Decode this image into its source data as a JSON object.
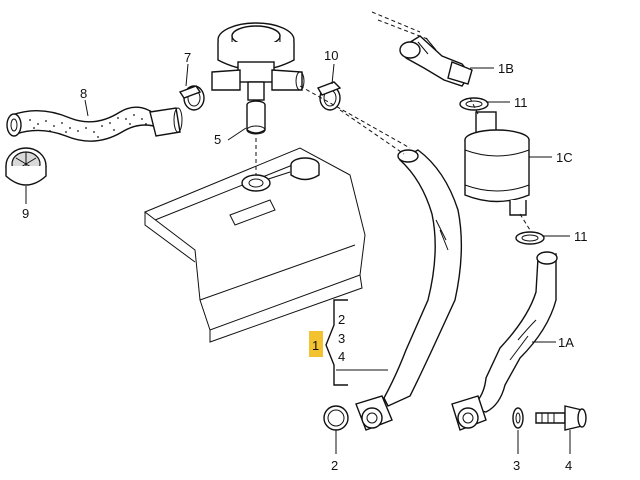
{
  "callouts": {
    "c1": "1",
    "c1a": "1A",
    "c1b": "1B",
    "c1c": "1C",
    "c2_top": "2",
    "c2_bottom": "2",
    "c3_top": "3",
    "c3_bottom": "3",
    "c4_top": "4",
    "c4_bottom": "4",
    "c5": "5",
    "c7": "7",
    "c8": "8",
    "c9": "9",
    "c10": "10",
    "c11_top": "11",
    "c11_mid": "11"
  },
  "colors": {
    "highlight": "#f2c230",
    "line": "#111111"
  }
}
